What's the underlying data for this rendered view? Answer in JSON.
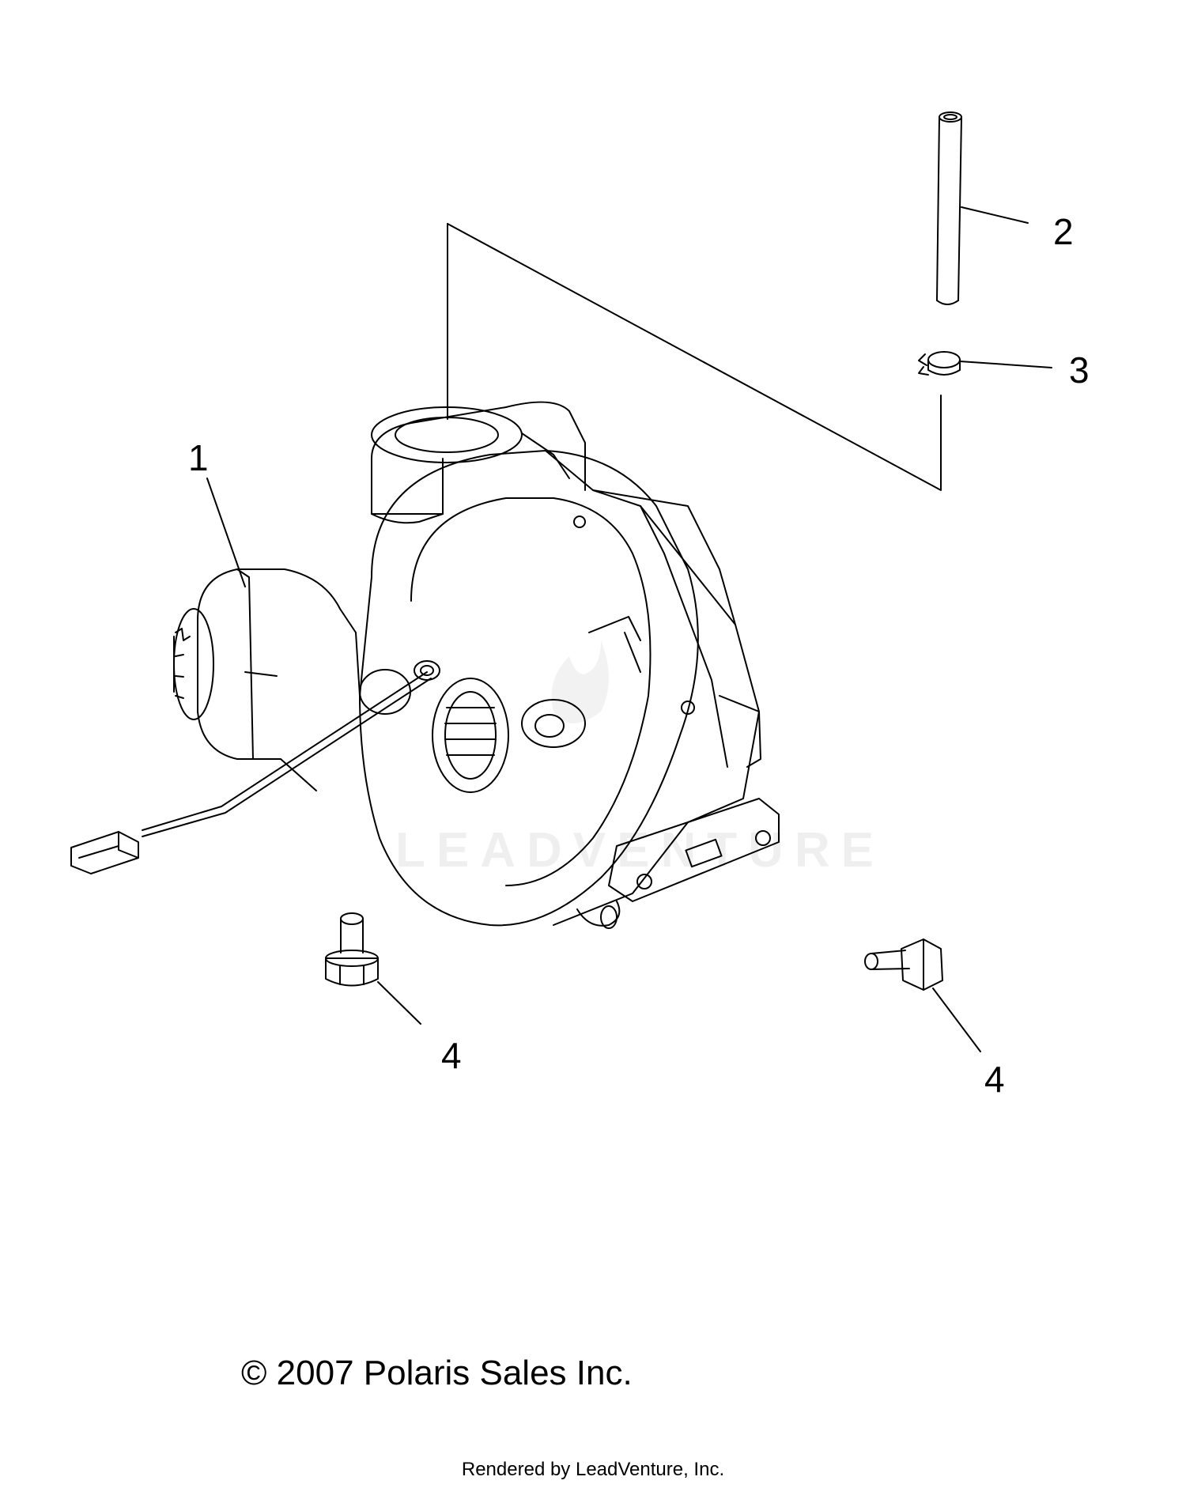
{
  "diagram": {
    "callouts": [
      {
        "id": "1",
        "label": "1"
      },
      {
        "id": "2",
        "label": "2"
      },
      {
        "id": "3",
        "label": "3"
      },
      {
        "id": "4a",
        "label": "4"
      },
      {
        "id": "4b",
        "label": "4"
      }
    ],
    "watermark": "LEADVENTURE",
    "copyright_symbol": "©",
    "copyright_text": "2007 Polaris Sales Inc.",
    "footer": "Rendered by LeadVenture, Inc."
  }
}
